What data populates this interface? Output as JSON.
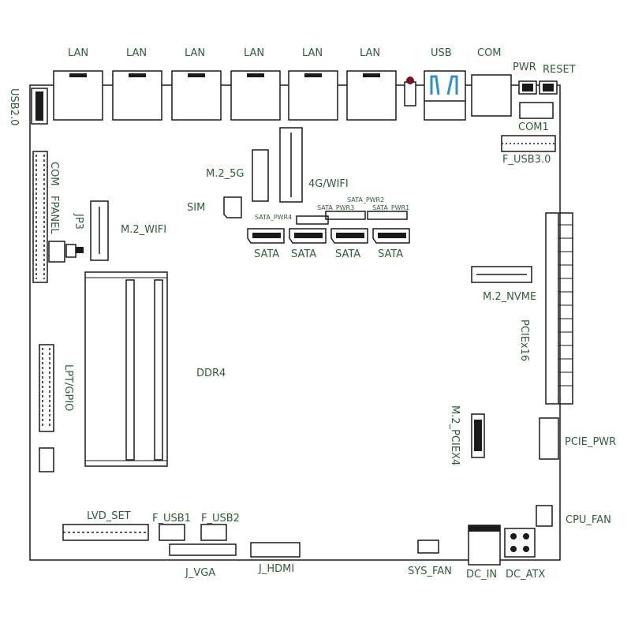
{
  "colors": {
    "label": "#2f5d3a",
    "outline": "#1a1a1a",
    "usb_accent": "#2a8fd6",
    "led": "#7a1420"
  },
  "connectors": {
    "lan": [
      "LAN",
      "LAN",
      "LAN",
      "LAN",
      "LAN",
      "LAN"
    ],
    "usb": "USB",
    "com": "COM",
    "pwr": "PWR",
    "reset": "RESET",
    "usb20": "USB2.0",
    "com1": "COM1",
    "f_usb30": "F_USB3.0",
    "m2_5g": "M.2_5G",
    "wifi_4g": "4G/WIFI",
    "sim": "SIM",
    "com_left": "COM",
    "fpanel": "FPANEL",
    "jp3": "JP3",
    "m2_wifi": "M.2_WIFI",
    "sata_pwr": [
      "SATA_PWR4",
      "SATA_PWR3",
      "SATA_PWR2",
      "SATA_PWR1"
    ],
    "sata": [
      "SATA",
      "SATA",
      "SATA",
      "SATA"
    ],
    "m2_nvme": "M.2_NVME",
    "pciex16": "PCIEx16",
    "ddr4": "DDR4",
    "lpt_gpio": "LPT/GPIO",
    "m2_pciex4": "M.2_PCIEX4",
    "pcie_pwr": "PCIE_PWR",
    "lvd_set": "LVD_SET",
    "f_usb1": "F_USB1",
    "f_usb2": "F_USB2",
    "cpu_fan": "CPU_FAN",
    "j_vga": "J_VGA",
    "j_hdmi": "J_HDMI",
    "sys_fan": "SYS_FAN",
    "dc_in": "DC_IN",
    "dc_atx": "DC_ATX"
  }
}
